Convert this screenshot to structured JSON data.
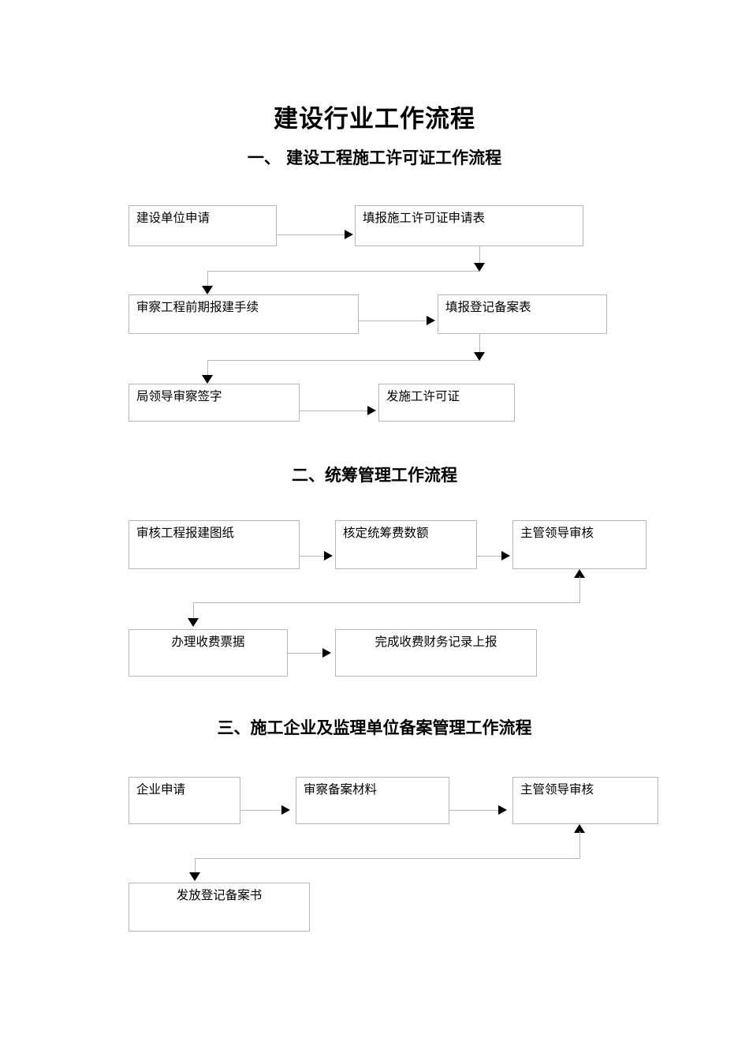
{
  "document": {
    "title": "建设行业工作流程"
  },
  "sections": [
    {
      "id": "section-1",
      "title": "一、 建设工程施工许可证工作流程",
      "nodes": [
        {
          "id": "n1",
          "label": "建设单位申请"
        },
        {
          "id": "n2",
          "label": "填报施工许可证申请表"
        },
        {
          "id": "n3",
          "label": "审察工程前期报建手续"
        },
        {
          "id": "n4",
          "label": "填报登记备案表"
        },
        {
          "id": "n5",
          "label": "局领导审察签字"
        },
        {
          "id": "n6",
          "label": "发施工许可证"
        }
      ]
    },
    {
      "id": "section-2",
      "title": "二、统筹管理工作流程",
      "nodes": [
        {
          "id": "n1",
          "label": "审核工程报建图纸"
        },
        {
          "id": "n2",
          "label": "核定统筹费数额"
        },
        {
          "id": "n3",
          "label": "主管领导审核"
        },
        {
          "id": "n4",
          "label": "办理收费票据"
        },
        {
          "id": "n5",
          "label": "完成收费财务记录上报"
        }
      ]
    },
    {
      "id": "section-3",
      "title": "三、施工企业及监理单位备案管理工作流程",
      "nodes": [
        {
          "id": "n1",
          "label": "企业申请"
        },
        {
          "id": "n2",
          "label": "审察备案材料"
        },
        {
          "id": "n3",
          "label": "主管领导审核"
        },
        {
          "id": "n4",
          "label": "发放登记备案书"
        }
      ]
    }
  ],
  "colors": {
    "box_border": "#b6b6b6",
    "connector": "#b6b6b6",
    "arrowhead": "#000000",
    "text": "#000000",
    "background": "#ffffff"
  }
}
